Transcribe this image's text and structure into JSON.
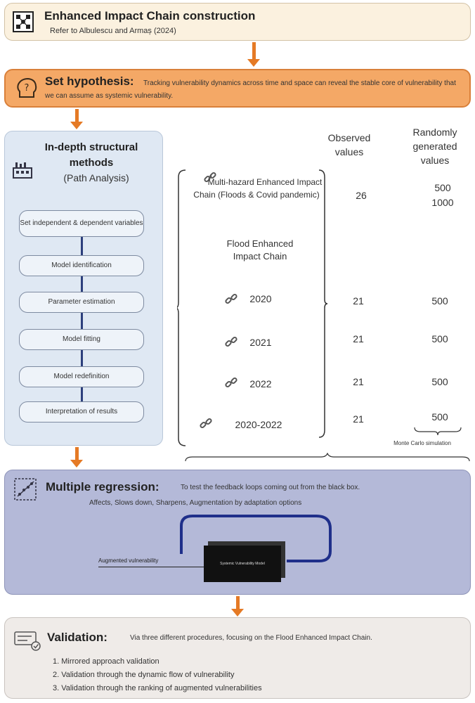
{
  "header": {
    "title": "Enhanced Impact Chain construction",
    "subtitle": "Refer to Albulescu and Armaș (2024)"
  },
  "hypothesis": {
    "label": "Set hypothesis:",
    "text": "Tracking vulnerability dynamics across time and space can reveal the stable core of vulnerability that we can assume as systemic vulnerability."
  },
  "path_analysis": {
    "title": "In-depth structural methods",
    "subtitle": "(Path Analysis)",
    "steps": [
      "Set independent & dependent variables",
      "Model identification",
      "Parameter estimation",
      "Model fitting",
      "Model redefinition",
      "Interpretation of results"
    ]
  },
  "table": {
    "col_observed": "Observed values",
    "col_random": "Randomly generated values",
    "multi_hazard_label": "Multi-hazard Enhanced Impact Chain (Floods & Covid pandemic)",
    "multi_hazard_observed": "26",
    "multi_hazard_random_1": "500",
    "multi_hazard_random_2": "1000",
    "flood_label": "Flood Enhanced Impact Chain",
    "rows": [
      {
        "year": "2020",
        "observed": "21",
        "random": "500"
      },
      {
        "year": "2021",
        "observed": "21",
        "random": "500"
      },
      {
        "year": "2022",
        "observed": "21",
        "random": "500"
      },
      {
        "year": "2020-2022",
        "observed": "21",
        "random": "500"
      }
    ],
    "mc_note": "Monte Carlo simulation"
  },
  "regression": {
    "label": "Multiple regression:",
    "text": "To test the feedback loops coming out from the black box.",
    "text2": "Affects, Slows down, Sharpens, Augmentation by adaptation options",
    "input_label": "Augmented vulnerability",
    "box_text": "Systemic Vulnerability Model"
  },
  "validation": {
    "label": "Validation:",
    "text": "Via three different procedures, focusing on the Flood Enhanced Impact Chain.",
    "items": [
      "1. Mirrored approach validation",
      "2. Validation through the dynamic flow of vulnerability",
      "3. Validation through the ranking of augmented vulnerabilities"
    ]
  },
  "colors": {
    "orange": "#e57a25",
    "navy": "#1f2f8a",
    "blue_panel": "#dfe8f3",
    "regression_panel": "#b4b9d8"
  },
  "icons": [
    "network-icon",
    "question-head-icon",
    "factory-icon",
    "link-icon",
    "regression-icon",
    "validation-icon"
  ]
}
